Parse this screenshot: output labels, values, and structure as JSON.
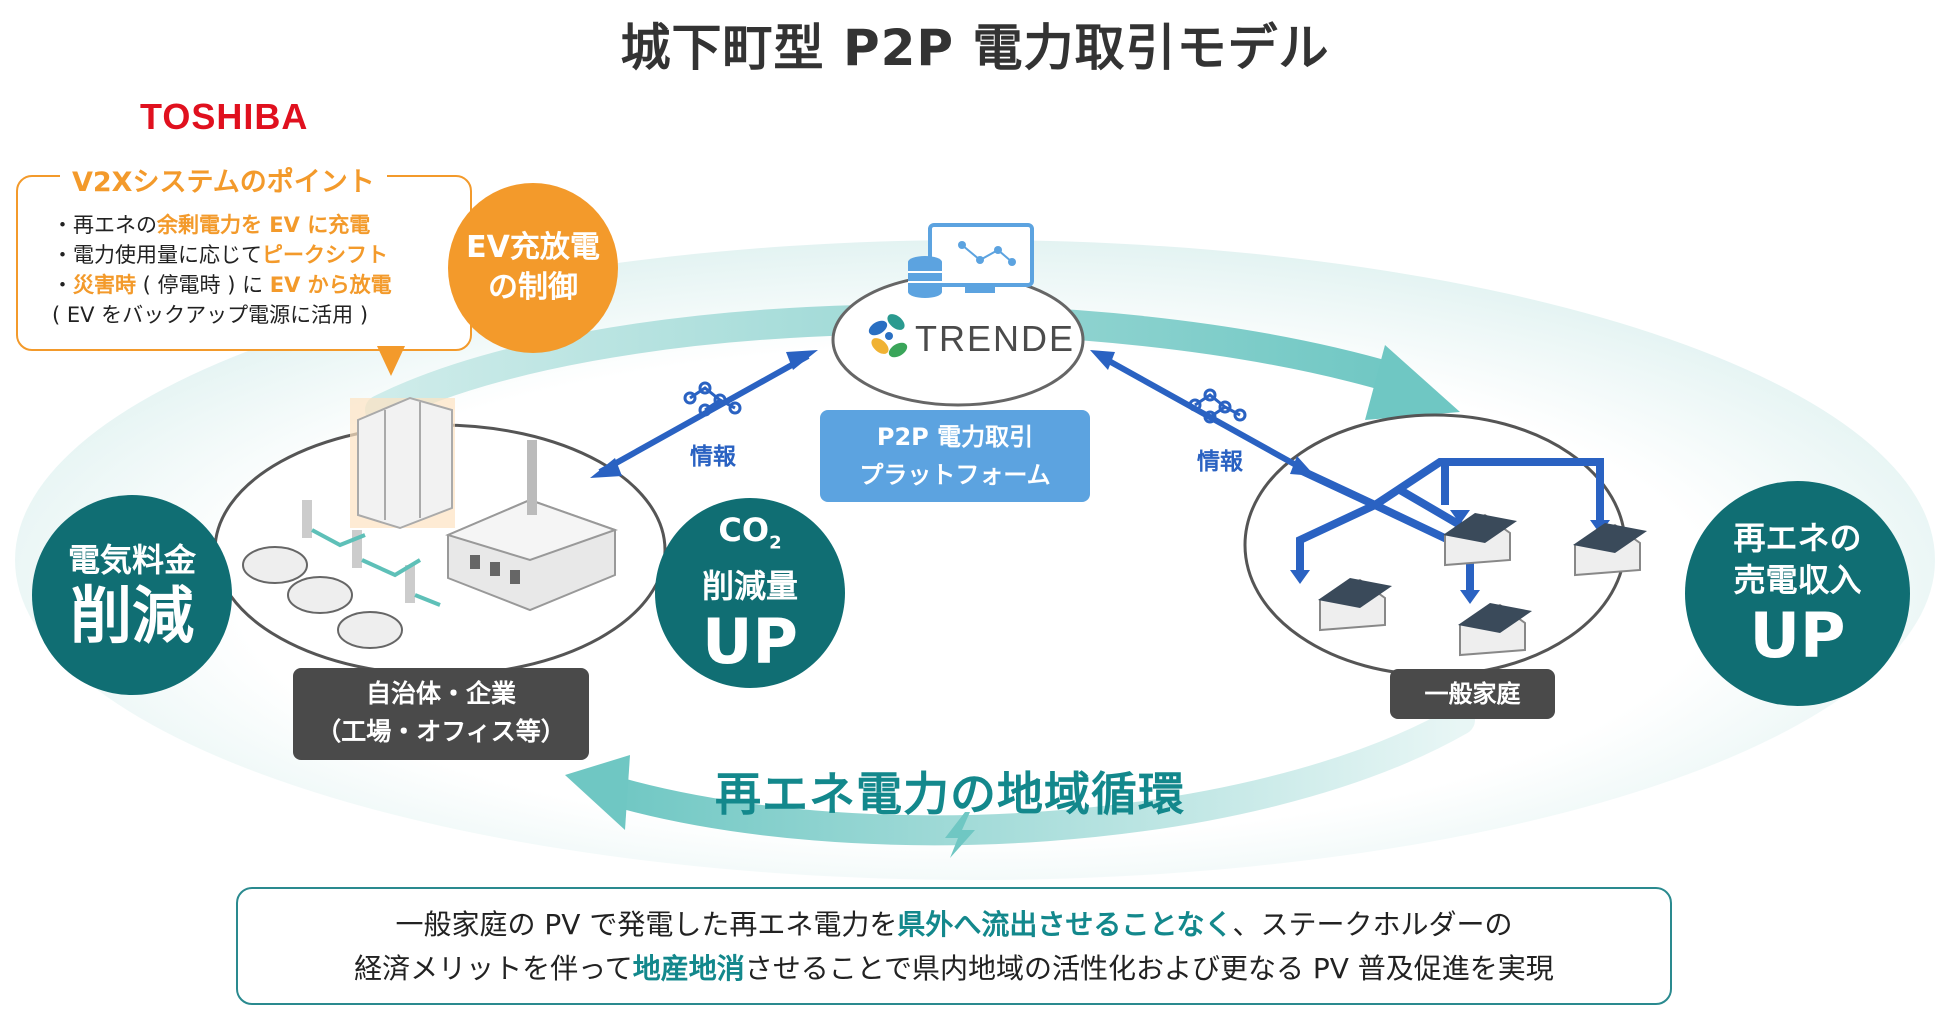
{
  "title": "城下町型 P2P 電力取引モデル",
  "logo": "TOSHIBA",
  "v2x": {
    "title": "V2Xシステムのポイント",
    "lines": [
      {
        "pre": "・再エネの",
        "hl": "余剰電力を EV に充電",
        "post": ""
      },
      {
        "pre": "・電力使用量に応じて",
        "hl": "ピークシフト",
        "post": ""
      },
      {
        "pre": "・",
        "hl": "災害時",
        "mid": " ( 停電時 ) に ",
        "hl2": "EV から放電",
        "post": ""
      },
      {
        "pre": "  ( EV をバックアップ電源に活用 )",
        "hl": "",
        "post": ""
      }
    ]
  },
  "ev_control": {
    "line1": "EV充放電",
    "line2": "の制御"
  },
  "platform": {
    "logo_text": "TRENDE",
    "label_line1": "P2P 電力取引",
    "label_line2": "プラットフォーム"
  },
  "info_left": "情報",
  "info_right": "情報",
  "left_badge": {
    "line1": "電気料金",
    "line2": "削減"
  },
  "co2_badge": {
    "line1": "CO",
    "sub": "2",
    "line2": "削減量",
    "line3": "UP"
  },
  "right_badge": {
    "line1": "再エネの",
    "line2": "売電収入",
    "line3": "UP"
  },
  "left_label": {
    "line1": "自治体・企業",
    "line2": "（工場・オフィス等）"
  },
  "right_label": "一般家庭",
  "loop_text": "再エネ電力の地域循環",
  "bottom": {
    "l1_a": "一般家庭の PV で発電した再エネ電力を",
    "l1_b": "県外へ流出させることなく",
    "l1_c": "、ステークホルダーの",
    "l2_a": "経済メリットを伴って",
    "l2_b": "地産地消",
    "l2_c": "させることで県内地域の活性化および更なる PV 普及促進を実現"
  },
  "colors": {
    "accent_orange": "#f39a2b",
    "badge_teal": "#106e73",
    "loop_teal": "#13888c",
    "arrow_blue": "#2a62c2",
    "platform_blue": "#5ca3e0",
    "label_dark": "#4a4a4a",
    "logo_red": "#e0101e"
  },
  "icons": [
    "server-db-icon",
    "network-node-icon",
    "lightning-icon",
    "house-icon",
    "factory-icon",
    "ev-car-icon",
    "charger-icon",
    "battery-cabinet-icon"
  ]
}
